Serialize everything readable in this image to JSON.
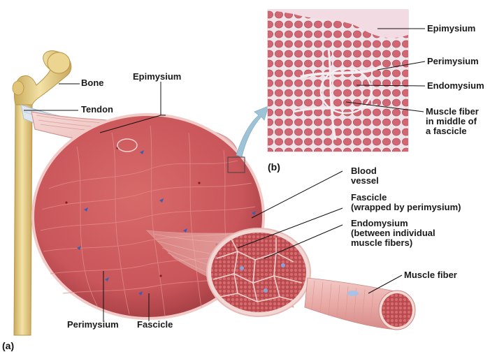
{
  "labels": {
    "bone": "Bone",
    "tendon": "Tendon",
    "epimysium_a": "Epimysium",
    "perimysium_a": "Perimysium",
    "fascicle_a": "Fascicle",
    "panel_a": "(a)",
    "panel_b": "(b)",
    "epimysium_b": "Epimysium",
    "perimysium_b": "Perimysium",
    "endomysium_b": "Endomysium",
    "muscle_fiber_b": [
      "Muscle fiber",
      "in middle of",
      "a fascicle"
    ],
    "blood_vessel": [
      "Blood",
      "vessel"
    ],
    "fascicle_wrapped": [
      "Fascicle",
      "(wrapped by perimysium)"
    ],
    "endomysium_between": [
      "Endomysium",
      "(between individual",
      "muscle fibers)"
    ],
    "muscle_fiber": "Muscle fiber"
  },
  "colors": {
    "muscle": "#c9565a",
    "muscle_dark": "#a8393f",
    "sheath": "#f1c9c6",
    "bone": "#e7cf8a",
    "micrograph_bg": "#efdfe6",
    "fiber_cell": "#cf5d6d",
    "arrow": "#9fc3d6"
  }
}
